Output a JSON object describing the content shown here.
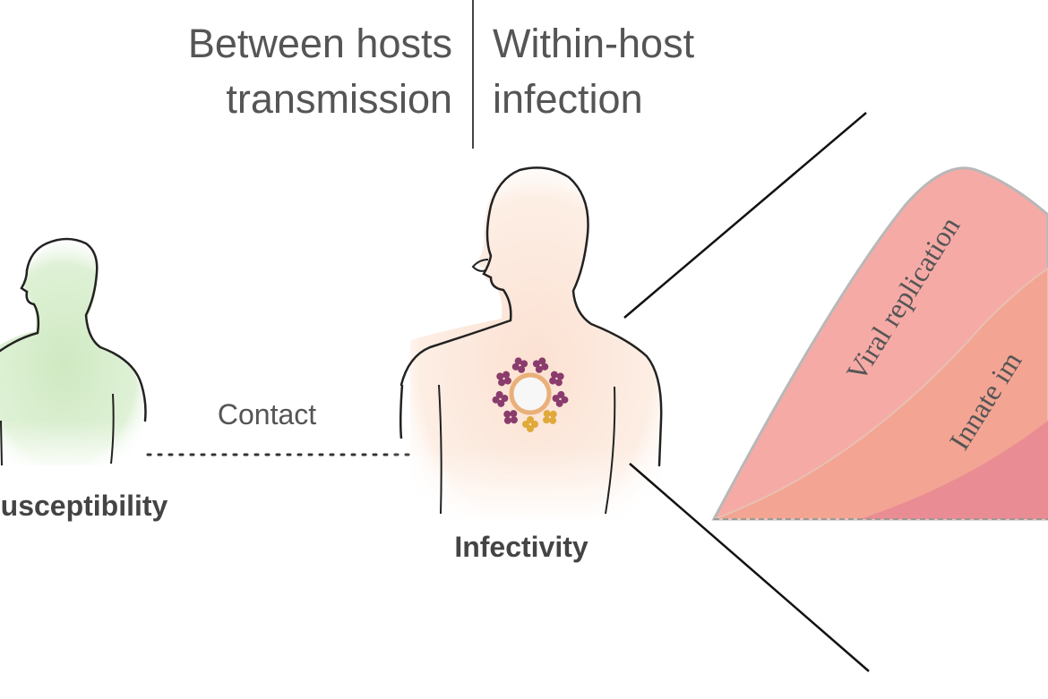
{
  "header": {
    "left_line1": "Between hosts",
    "left_line2": "transmission",
    "right_line1": "Within-host",
    "right_line2": "infection"
  },
  "labels": {
    "contact": "Contact",
    "susceptibility": "usceptibility",
    "infectivity": "Infectivity"
  },
  "curve_labels": {
    "viral_replication": "Viral replication",
    "innate_immunity": "Innate im"
  },
  "colors": {
    "susceptible_fill": "#cfe9c2",
    "infected_fill": "#fbe1d2",
    "outline": "#222222",
    "virus_purple": "#8a3c6c",
    "receptor_yellow": "#e0a93a",
    "curve_outer": "#f4a7a3",
    "curve_inner": "#f2a090",
    "curve_core": "#e98a92"
  }
}
